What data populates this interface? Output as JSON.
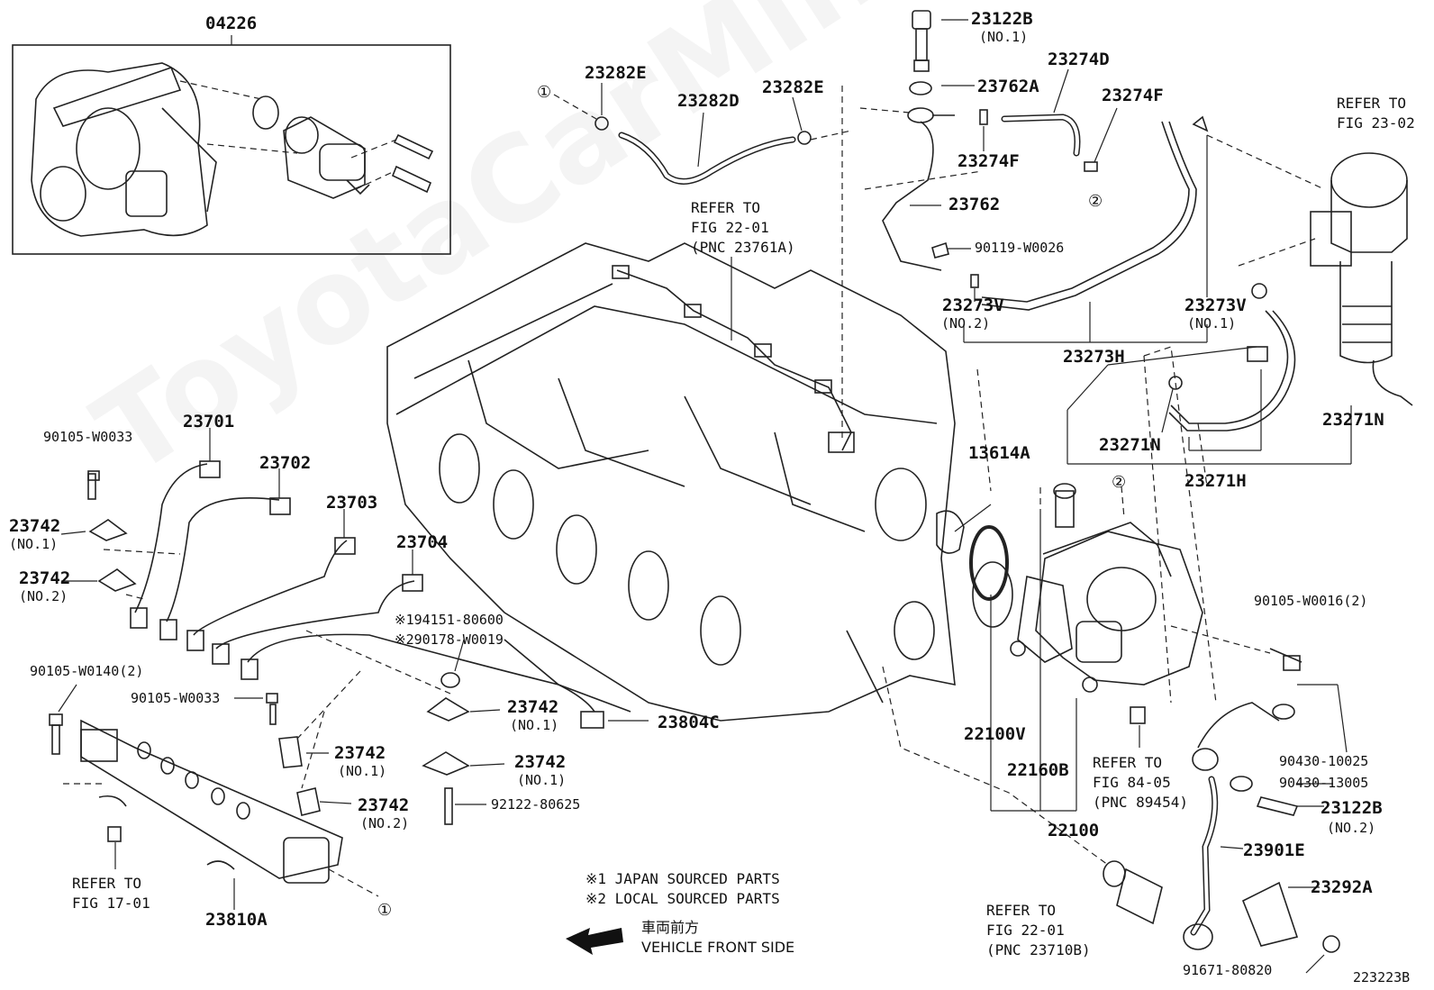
{
  "labels": {
    "p04226": "04226",
    "p23282E_a": "23282E",
    "p23282D": "23282D",
    "p23282E_b": "23282E",
    "p23122B": "23122B",
    "p23122B_no": "(NO.1)",
    "p23762A": "23762A",
    "p23274D": "23274D",
    "p23274F_a": "23274F",
    "p23274F_b": "23274F",
    "p23762": "23762",
    "p90119": "90119-W0026",
    "p23273V_a": "23273V",
    "p23273V_a_no": "(NO.2)",
    "p23273V_b": "23273V",
    "p23273V_b_no": "(NO.1)",
    "p23273H": "23273H",
    "p23271N_a": "23271N",
    "p23271N_b": "23271N",
    "p23271H": "23271H",
    "p13614A": "13614A",
    "p90105_W0016": "90105-W0016(2)",
    "p22100V": "22100V",
    "p22160B": "22160B",
    "p22100": "22100",
    "p90430_10025": "90430-10025",
    "p90430_13005": "90430-13005",
    "p23122B_2": "23122B",
    "p23122B_2_no": "(NO.2)",
    "p23901E": "23901E",
    "p23292A": "23292A",
    "p91671": "91671-80820",
    "p90105_W0033_a": "90105-W0033",
    "p23701": "23701",
    "p23702": "23702",
    "p23703": "23703",
    "p23704": "23704",
    "p23742_a": "23742",
    "p23742_a_no": "(NO.1)",
    "p23742_b": "23742",
    "p23742_b_no": "(NO.2)",
    "p194151": "※194151-80600",
    "p290178": "※290178-W0019",
    "p90105_W0140": "90105-W0140(2)",
    "p90105_W0033_b": "90105-W0033",
    "p23742_c": "23742",
    "p23742_c_no": "(NO.1)",
    "p23742_d": "23742",
    "p23742_d_no": "(NO.1)",
    "p23742_e": "23742",
    "p23742_e_no": "(NO.1)",
    "p23742_f": "23742",
    "p23742_f_no": "(NO.2)",
    "p23804C": "23804C",
    "p92122": "92122-80625",
    "p23810A": "23810A",
    "circle1": "①",
    "circle2": "②",
    "fig_id": "223223B"
  },
  "refs": {
    "fig22_01_top": "REFER TO\nFIG 22-01\n(PNC 23761A)",
    "fig23_02": "REFER TO\nFIG 23-02",
    "fig84_05": "REFER TO\nFIG 84-05\n(PNC 89454)",
    "fig22_01_bottom": "REFER TO\nFIG 22-01\n(PNC 23710B)",
    "fig17_01": "REFER TO\nFIG 17-01"
  },
  "notes": {
    "japan": "※1 JAPAN SOURCED PARTS",
    "local": "※2 LOCAL SOURCED PARTS",
    "front_jp": "車両前方",
    "front_en": "VEHICLE FRONT SIDE"
  },
  "watermark": "ToyotaCarMine.ru"
}
